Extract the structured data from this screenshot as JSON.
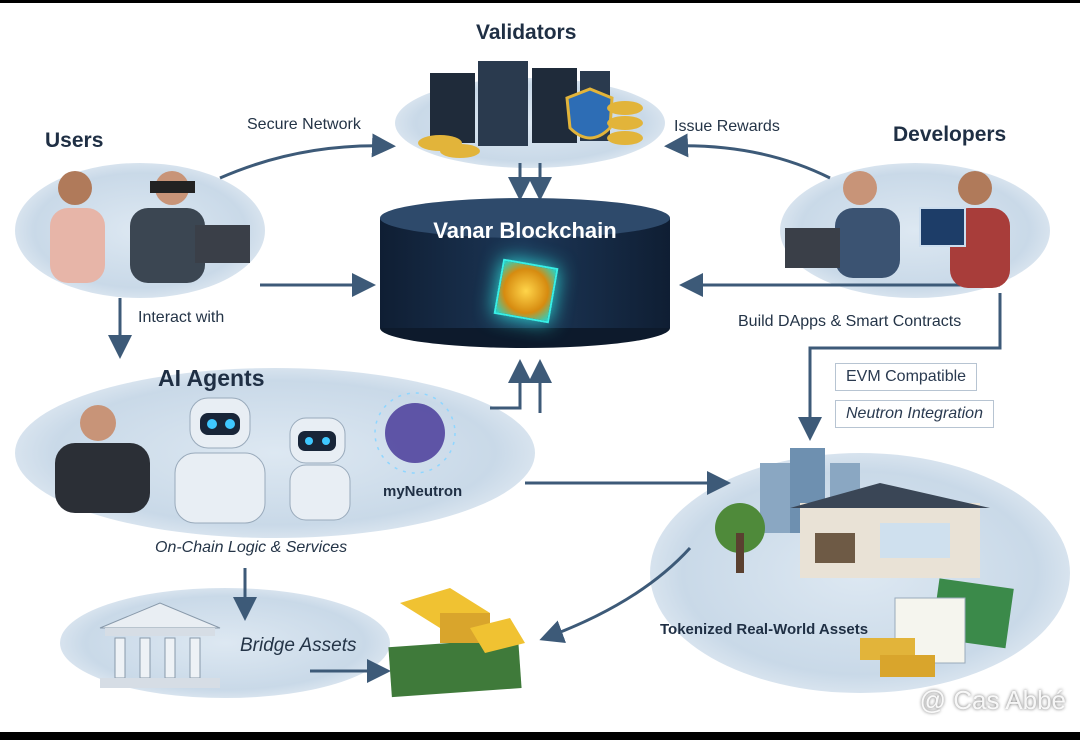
{
  "nodes": {
    "validators": "Validators",
    "users": "Users",
    "developers": "Developers",
    "blockchain": "Vanar Blockchain",
    "ai_agents": "AI Agents",
    "my_neutron": "myNeutron",
    "tokenized": "Tokenized Real-World Assets",
    "bridge": "Bridge Assets"
  },
  "edges": {
    "secure_network": "Secure Network",
    "issue_rewards": "Issue Rewards",
    "interact_with": "Interact with",
    "build_dapps": "Build DApps & Smart Contracts",
    "on_chain_logic": "On-Chain Logic & Services"
  },
  "features": [
    "EVM Compatible",
    "Neutron Integration"
  ],
  "watermark": "@ Cas Abbé",
  "colors": {
    "arrow": "#3d5a78",
    "chain": "#1c3656",
    "glow": "#2fe5e0"
  }
}
